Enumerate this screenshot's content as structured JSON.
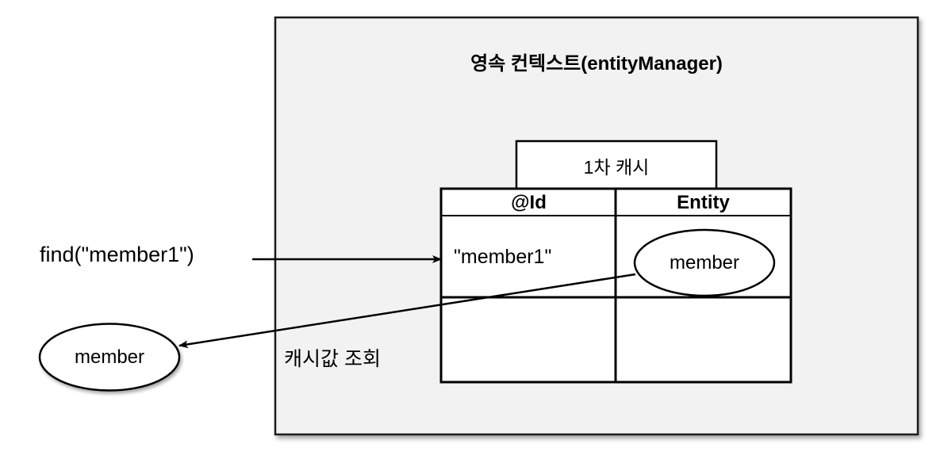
{
  "diagram": {
    "title": "영속 컨텍스트(entityManager)",
    "panel": {
      "name": "persistence-context-panel",
      "fill": "#f2f2f2",
      "stroke": "#1a1a1a"
    },
    "cache": {
      "tab_label": "1차 캐시",
      "table": {
        "columns": [
          "@Id",
          "Entity"
        ],
        "rows": [
          {
            "id": "\"member1\"",
            "entity": "member"
          },
          {
            "id": "",
            "entity": ""
          }
        ]
      }
    },
    "entity_node": {
      "label": "member",
      "shape": "ellipse"
    },
    "result_node": {
      "label": "member",
      "shape": "ellipse"
    },
    "edges": [
      {
        "name": "find-call-edge",
        "label": "find(\"member1\")",
        "direction": "right"
      },
      {
        "name": "cache-hit-edge",
        "label": "캐시값 조회",
        "direction": "left"
      }
    ],
    "colors": {
      "stroke": "#000000",
      "panel_fill": "#f2f2f2",
      "node_fill": "#ffffff",
      "text": "#000000"
    }
  }
}
